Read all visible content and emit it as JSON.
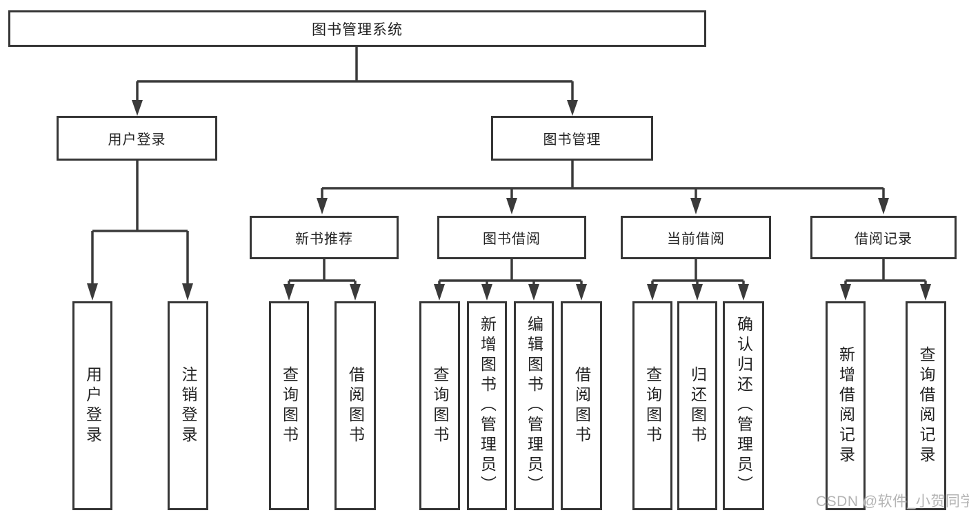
{
  "diagram": {
    "root": "图书管理系统",
    "children": [
      {
        "label": "用户登录",
        "leaves": [
          "用户登录",
          "注销登录"
        ]
      },
      {
        "label": "图书管理",
        "children": [
          {
            "label": "新书推荐",
            "leaves": [
              "查询图书",
              "借阅图书"
            ]
          },
          {
            "label": "图书借阅",
            "leaves": [
              "查询图书",
              "新增图书（管理员）",
              "编辑图书（管理员）",
              "借阅图书"
            ]
          },
          {
            "label": "当前借阅",
            "leaves": [
              "查询图书",
              "归还图书",
              "确认归还（管理员）"
            ]
          },
          {
            "label": "借阅记录",
            "leaves": [
              "新增借阅记录",
              "查询借阅记录"
            ]
          }
        ]
      }
    ]
  },
  "watermark": {
    "text": "CSDN @软件_小贺同学"
  },
  "colors": {
    "line": "#3a3a3a",
    "box_border": "#363636",
    "box_fill": "#ffffff",
    "text": "#222222",
    "background": "#ffffff",
    "watermark": "#b4b4b4"
  }
}
